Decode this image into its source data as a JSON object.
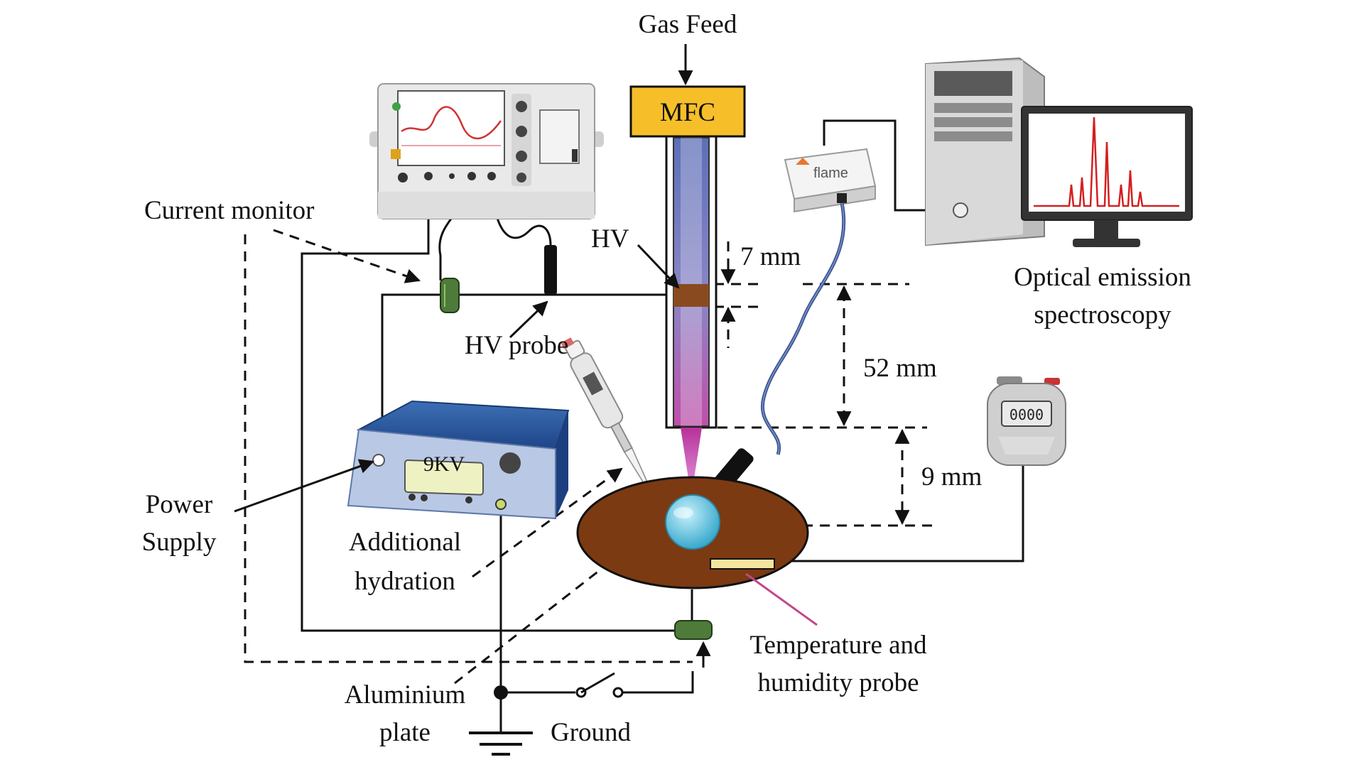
{
  "labels": {
    "gas_feed": "Gas Feed",
    "mfc": "MFC",
    "current_monitor": "Current monitor",
    "hv": "HV",
    "dim_7mm": "7 mm",
    "hv_probe": "HV probe",
    "dim_52mm": "52 mm",
    "dim_9mm": "9 mm",
    "optical_line1": "Optical  emission",
    "optical_line2": "spectroscopy",
    "power_line1": "Power",
    "power_line2": "Supply",
    "power_display": "9KV",
    "hydration_line1": "Additional",
    "hydration_line2": "hydration",
    "aluminium_line1": "Aluminium",
    "aluminium_line2": "plate",
    "ground": "Ground",
    "temp_line1": "Temperature  and",
    "temp_line2": "humidity probe",
    "spectrometer_brand": "flame",
    "stopwatch_display": "0000"
  },
  "colors": {
    "mfc_box": "#f6bf2a",
    "tube_gas": "#6f7fc0",
    "plasma": "#b44fa5",
    "electrode": "#8a4a1f",
    "sample_plate": "#7b3a12",
    "power_supply": "#2a5597",
    "current_monitor": "#4e7a3a",
    "droplet": "#5ec7e4",
    "fiber": "#3b5590"
  },
  "icons": [
    "oscilloscope-icon",
    "computer-tower-icon",
    "monitor-spectrum-icon",
    "spectrometer-icon",
    "pipette-icon",
    "stopwatch-icon",
    "ground-symbol-icon",
    "switch-icon"
  ]
}
